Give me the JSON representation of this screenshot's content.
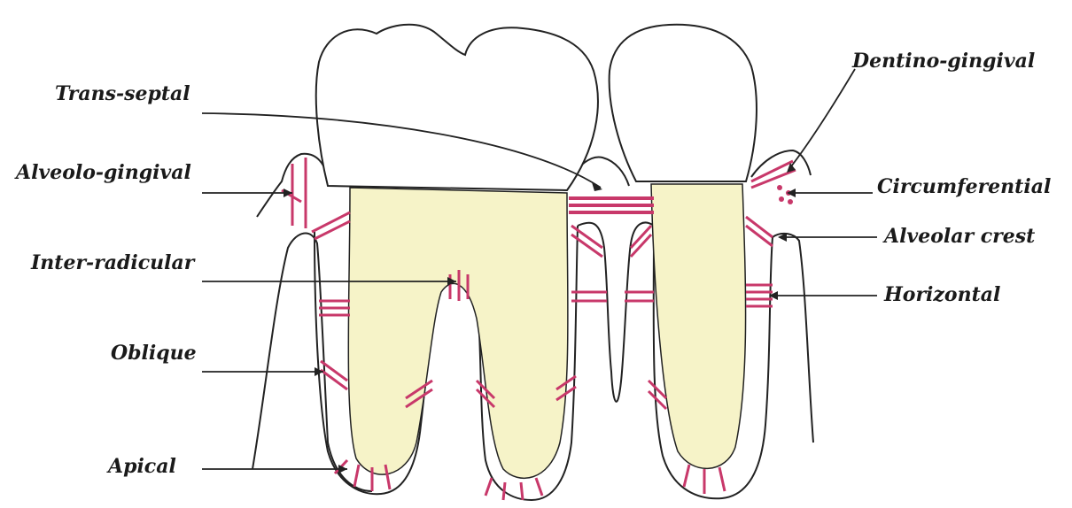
{
  "labels": {
    "trans_septal": "Trans-septal",
    "alveolo_gingival": "Alveolo-gingival",
    "inter_radicular": "Inter-radicular",
    "oblique": "Oblique",
    "apical": "Apical",
    "dentino_gingival": "Dentino-gingival",
    "circumferential": "Circumferential",
    "alveolar_crest": "Alveolar crest",
    "horizontal": "Horizontal"
  },
  "colors": {
    "dentin": "#f6f3c8",
    "fiber": "#c8386a",
    "outline": "#222222"
  }
}
